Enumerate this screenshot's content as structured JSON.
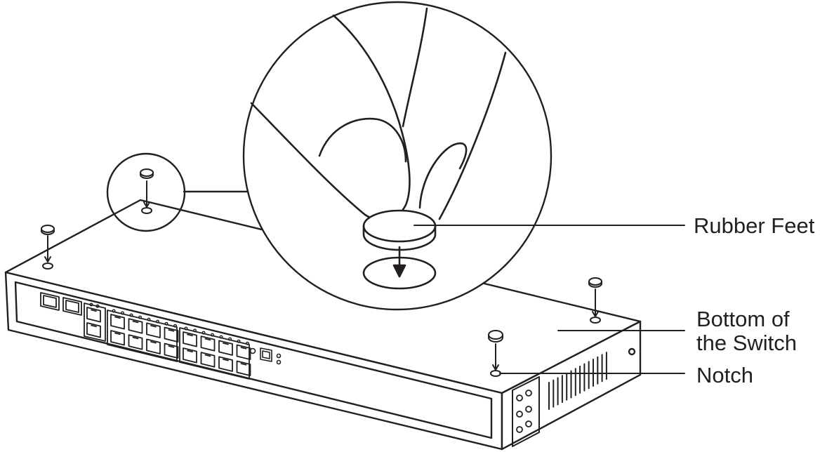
{
  "labels": {
    "rubber_feet": "Rubber Feet",
    "bottom_line1": "Bottom of",
    "bottom_line2": "the Switch",
    "notch": "Notch"
  },
  "colors": {
    "stroke": "#231f20",
    "background": "#ffffff"
  }
}
